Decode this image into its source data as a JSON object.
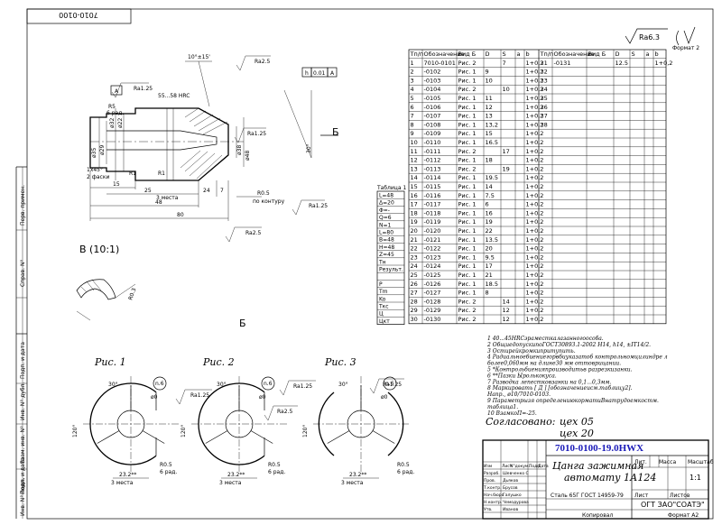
{
  "doc_code_top": "7010-0100",
  "roughness": "Ra6.3",
  "table": {
    "headers": [
      "Тп/п",
      "Обозначение",
      "Вид Б",
      "D",
      "S",
      "a",
      "b",
      "Тп/п",
      "Обозначение",
      "Вид Б",
      "D",
      "S",
      "a",
      "b"
    ],
    "rows": [
      [
        "1",
        "7010-0101",
        "Рис. 2",
        "",
        "7",
        "",
        "1+0,2",
        "31",
        "-0131",
        "",
        "12.5",
        "",
        "",
        "1+0,2"
      ],
      [
        "2",
        "-0102",
        "Рис. 1",
        "9",
        "",
        "",
        "1+0,2",
        "32",
        "",
        "",
        "",
        "",
        "",
        ""
      ],
      [
        "3",
        "-0103",
        "Рис. 1",
        "10",
        "",
        "",
        "1+0,2",
        "33",
        "",
        "",
        "",
        "",
        "",
        ""
      ],
      [
        "4",
        "-0104",
        "Рис. 2",
        "",
        "10",
        "",
        "1+0,2",
        "34",
        "",
        "",
        "",
        "",
        "",
        ""
      ],
      [
        "5",
        "-0105",
        "Рис. 1",
        "11",
        "",
        "",
        "1+0,2",
        "35",
        "",
        "",
        "",
        "",
        "",
        ""
      ],
      [
        "6",
        "-0106",
        "Рис. 1",
        "12",
        "",
        "",
        "1+0,2",
        "36",
        "",
        "",
        "",
        "",
        "",
        ""
      ],
      [
        "7",
        "-0107",
        "Рис. 1",
        "13",
        "",
        "",
        "1+0,2",
        "37",
        "",
        "",
        "",
        "",
        "",
        ""
      ],
      [
        "8",
        "-0108",
        "Рис. 1",
        "13,2",
        "",
        "",
        "1+0,2",
        "38",
        "",
        "",
        "",
        "",
        "",
        ""
      ],
      [
        "9",
        "-0109",
        "Рис. 1",
        "15",
        "",
        "",
        "1+0,2",
        "",
        "",
        "",
        "",
        "",
        "",
        ""
      ],
      [
        "10",
        "-0110",
        "Рис. 1",
        "16.5",
        "",
        "",
        "1+0,2",
        "",
        "",
        "",
        "",
        "",
        "",
        ""
      ],
      [
        "11",
        "-0111",
        "Рис. 2",
        "",
        "17",
        "",
        "1+0,2",
        "",
        "",
        "",
        "",
        "",
        "",
        ""
      ],
      [
        "12",
        "-0112",
        "Рис. 1",
        "18",
        "",
        "",
        "1+0,2",
        "",
        "",
        "",
        "",
        "",
        "",
        ""
      ],
      [
        "13",
        "-0113",
        "Рис. 2",
        "",
        "19",
        "",
        "1+0,2",
        "",
        "",
        "",
        "",
        "",
        "",
        ""
      ],
      [
        "14",
        "-0114",
        "Рис. 1",
        "19.5",
        "",
        "",
        "1+0,2",
        "",
        "",
        "",
        "",
        "",
        "",
        ""
      ],
      [
        "15",
        "-0115",
        "Рис. 1",
        "14",
        "",
        "",
        "1+0,2",
        "",
        "",
        "",
        "",
        "",
        "",
        ""
      ],
      [
        "16",
        "-0116",
        "Рис. 1",
        "7.5",
        "",
        "",
        "1+0,2",
        "",
        "",
        "",
        "",
        "",
        "",
        ""
      ],
      [
        "17",
        "-0117",
        "Рис. 1",
        "6",
        "",
        "",
        "1+0,2",
        "",
        "",
        "",
        "",
        "",
        "",
        ""
      ],
      [
        "18",
        "-0118",
        "Рис. 1",
        "16",
        "",
        "",
        "1+0,2",
        "",
        "",
        "",
        "",
        "",
        "",
        ""
      ],
      [
        "19",
        "-0119",
        "Рис. 1",
        "19",
        "",
        "",
        "1+0,2",
        "",
        "",
        "",
        "",
        "",
        "",
        ""
      ],
      [
        "20",
        "-0120",
        "Рис. 1",
        "22",
        "",
        "",
        "1+0,2",
        "",
        "",
        "",
        "",
        "",
        "",
        ""
      ],
      [
        "21",
        "-0121",
        "Рис. 1",
        "13.5",
        "",
        "",
        "1+0,2",
        "",
        "",
        "",
        "",
        "",
        "",
        ""
      ],
      [
        "22",
        "-0122",
        "Рис. 1",
        "20",
        "",
        "",
        "1+0,2",
        "",
        "",
        "",
        "",
        "",
        "",
        ""
      ],
      [
        "23",
        "-0123",
        "Рис. 1",
        "9.5",
        "",
        "",
        "1+0,2",
        "",
        "",
        "",
        "",
        "",
        "",
        ""
      ],
      [
        "24",
        "-0124",
        "Рис. 1",
        "17",
        "",
        "",
        "1+0,2",
        "",
        "",
        "",
        "",
        "",
        "",
        ""
      ],
      [
        "25",
        "-0125",
        "Рис. 1",
        "21",
        "",
        "",
        "1+0,2",
        "",
        "",
        "",
        "",
        "",
        "",
        ""
      ],
      [
        "26",
        "-0126",
        "Рис. 1",
        "18.5",
        "",
        "",
        "1+0,2",
        "",
        "",
        "",
        "",
        "",
        "",
        ""
      ],
      [
        "27",
        "-0127",
        "Рис. 1",
        "8",
        "",
        "",
        "1+0,2",
        "",
        "",
        "",
        "",
        "",
        "",
        ""
      ],
      [
        "28",
        "-0128",
        "Рис. 2",
        "",
        "14",
        "",
        "1+0,2",
        "",
        "",
        "",
        "",
        "",
        "",
        ""
      ],
      [
        "29",
        "-0129",
        "Рис. 2",
        "",
        "12",
        "",
        "1+0,2",
        "",
        "",
        "",
        "",
        "",
        "",
        ""
      ],
      [
        "30",
        "-0130",
        "Рис. 2",
        "",
        "12",
        "",
        "1+0,2",
        "",
        "",
        "",
        "",
        "",
        "",
        ""
      ]
    ]
  },
  "side_table": {
    "title": "Таблица 1",
    "cells": [
      "L=48",
      "Δ=20",
      "Φ=-",
      "Q=6",
      "N=1",
      "L=80",
      "B=48",
      "H=48",
      "Z=45",
      "Тн",
      "Результ.",
      "",
      "P",
      "Тm",
      "Ko",
      "Tкс",
      "Ц",
      "Цкт"
    ]
  },
  "section_label": "Б",
  "view_label": "В (10:1)",
  "view_b_label": "Б",
  "figures": [
    "Рис. 1",
    "Рис. 2",
    "Рис. 3"
  ],
  "dims": {
    "angle_top": "10°±15'",
    "ra25_a": "Ra2.5",
    "ra125_a": "Ra1.25",
    "hrc": "55...58 HRC",
    "r5": "R5",
    "r5_sub": "6 рад.",
    "d35": "ø35",
    "d29": "ø29",
    "d32": "ø32",
    "d22": "ø22",
    "chamfer": "1x45°",
    "chamfer_sub": "2 фаски",
    "d15": "15",
    "d25": "25",
    "d48": "48",
    "d80": "80",
    "d24": "24",
    "d7": "7",
    "mesta3": "3 места",
    "r1": "R1",
    "r05": "R0.5",
    "r05_sub": "по контуру",
    "ra125_b": "Ra1.25",
    "ra125_c": "Ra1.25",
    "ra25_b": "Ra2.5",
    "d38": "ø38",
    "d48b": "ø48",
    "angle30": "30°",
    "h_box": "h",
    "tol_box": "0.01",
    "datum_a": "A",
    "datum_a2": "A"
  },
  "fig_labels": {
    "n6": "n.6",
    "d0": "ø0",
    "ra125": "Ra1.25",
    "r05": "R0.5",
    "rad6": "6 рад.",
    "dim232": "23.2**",
    "mesta3": "3 места",
    "angle120": "120°",
    "angle30": "30°",
    "ra25": "Ra2.5"
  },
  "notes": [
    "1 40...45HRCэраместкалазанногоособа.",
    "2 ОбщиедопускиnoГОСТ30893.1-2002 H14, h14, ±IT14/2.",
    "3 Остирейкромкипритупить.",
    "4 Радиальноебиениегорвбиуказатоб контрольномцилиндре л",
    "более0,060мм на длине30 мм оттоврицании.",
    "5 *Контрольбиенияпроизводитьв разрезкизанки.",
    "6 **Пазки Ыролькокуса.",
    "7 Разводка лепестковзанки на 0,1...0,3мм.",
    "8 Маркировать [ Д ] [обозначениеисм.таблицу2].",
    "Напр., ø10/7010-0103.",
    "9 Параметрызя определениюкорматиВнатрудоемкостм.",
    "таблица1.",
    "10 ВзамкоП=-25."
  ],
  "agreed": "Согласовано:",
  "agreed_1": "цех 05",
  "agreed_2": "цех 20",
  "stamp": "7010-0100-19.0HWX",
  "title_main": "Цанга зажимная",
  "title_sub": "автомату 1А124",
  "material": "Сталь 65Г ГОСТ 14959-79",
  "company": "ОГТ ЗАО\"СОАТЭ\"",
  "sheet_label": "Лит.",
  "mass_label": "Масса",
  "scale_label": "Масштаб",
  "scale_val": "1:1",
  "list_label": "Лист",
  "lists_label": "Листов",
  "copied": "Копировал",
  "format": "Формат А2",
  "role_labels": [
    "Изм",
    "Лист",
    "N°докум.",
    "Подп.",
    "Дата",
    "Разраб.",
    "Пров.",
    "Т.контр.",
    "Нач.бюро",
    "Н.контр.",
    "Утв."
  ],
  "names": [
    "Шевченко С",
    "Дьяков",
    "Брусов",
    "Галушко",
    "Чемодурова",
    "Иванов"
  ],
  "left_strip": [
    "Перв. примен.",
    "Справ. N°",
    "Подп. и дата",
    "Инв. N° дубл.",
    "Взам. инв. N°",
    "Подп. и дата",
    "Инв. N° подл."
  ],
  "format_top": "Формат 2"
}
